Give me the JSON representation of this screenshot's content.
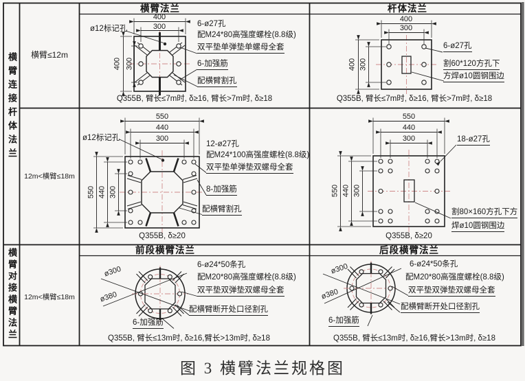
{
  "caption": "图 3  横臂法兰规格图",
  "rows": {
    "group_top": "横臂连接杆体法兰",
    "group_bottom": "横臂对接横臂法兰",
    "cond1": "横臂≤12m",
    "cond2": "12m<横臂≤18m",
    "cond3": "12m<横臂≤18m"
  },
  "cells": {
    "r1c1": {
      "header": "横臂法兰",
      "dim_top_outer": "400",
      "dim_top_inner": "300",
      "dim_left_outer": "400",
      "dim_left_inner": "300",
      "mark": "ø12标记孔",
      "ann1": "6-ø27孔",
      "ann2": "配M24*80高强度螺栓(8.8级)",
      "ann3": "双平垫单弹垫单螺母全套",
      "ann4": "6-加强筋",
      "ann5": "配横臂割孔",
      "spec": "Q355B, 臂长≤7m时, δ≥16, 臂长>7m时, δ≥18"
    },
    "r1c2": {
      "header": "杆体法兰",
      "dim_top_outer": "400",
      "dim_top_inner": "300",
      "dim_left_outer": "400",
      "dim_left_inner": "300",
      "ann1": "6-ø27孔",
      "ann2a": "割60*120方孔下",
      "ann2b": "方焊ø10圆钢围边",
      "spec": "Q355B, 臂长≤7m时, δ≥16, 臂长>7m时, δ≥18"
    },
    "r2c1": {
      "dim_top_outer": "550",
      "dim_top_mid": "440",
      "dim_top_inner": "300",
      "dim_left_outer": "550",
      "dim_left_mid": "440",
      "dim_left_inner": "300",
      "mark": "ø12标记孔",
      "ann1": "12-ø27孔",
      "ann2": "配M24*100高强度螺栓(8.8级)",
      "ann3": "双平垫单弹垫双螺母全套",
      "ann4": "8-加强筋",
      "ann5": "配横臂割孔",
      "spec": "Q355B, δ≥20"
    },
    "r2c2": {
      "dim_top_outer": "550",
      "dim_top_mid": "440",
      "dim_top_inner": "300",
      "dim_left_outer": "550",
      "dim_left_mid": "440",
      "dim_left_inner": "300",
      "ann1": "18-ø27孔",
      "ann2a": "割80×160方孔下方",
      "ann2b": "焊ø10圆钢围边",
      "spec": "Q355B, δ≥20"
    },
    "r3c1": {
      "header": "前段横臂法兰",
      "dia_small": "ø300",
      "dia_big": "ø380",
      "ann1": "6-ø24*50条孔",
      "ann2": "配M20*80高强度螺栓(8.8级)",
      "ann3": "双平垫双弹垫双螺母全套",
      "ann4": "配横臂断开处口径割孔",
      "rib": "6-加强筋",
      "spec": "Q355B, 臂长≤13m时, δ≥16,臂长>13m时, δ≥18"
    },
    "r3c2": {
      "header": "后段横臂法兰",
      "dia_small": "ø300",
      "dia_big": "ø380",
      "ann1": "6-ø24*50条孔",
      "ann2": "配M20*80高强度螺栓(8.8级)",
      "ann3": "双平垫双弹垫双螺母全套",
      "ann4": "配横臂断开处口径割孔",
      "rib": "6-加强筋",
      "spec": "Q355B, 臂长≤13m时, δ≥16,臂长>13m时, δ≥18"
    }
  },
  "colors": {
    "line": "#222222",
    "centerline": "#cf8a8a",
    "paper": "#f7f6f4"
  }
}
